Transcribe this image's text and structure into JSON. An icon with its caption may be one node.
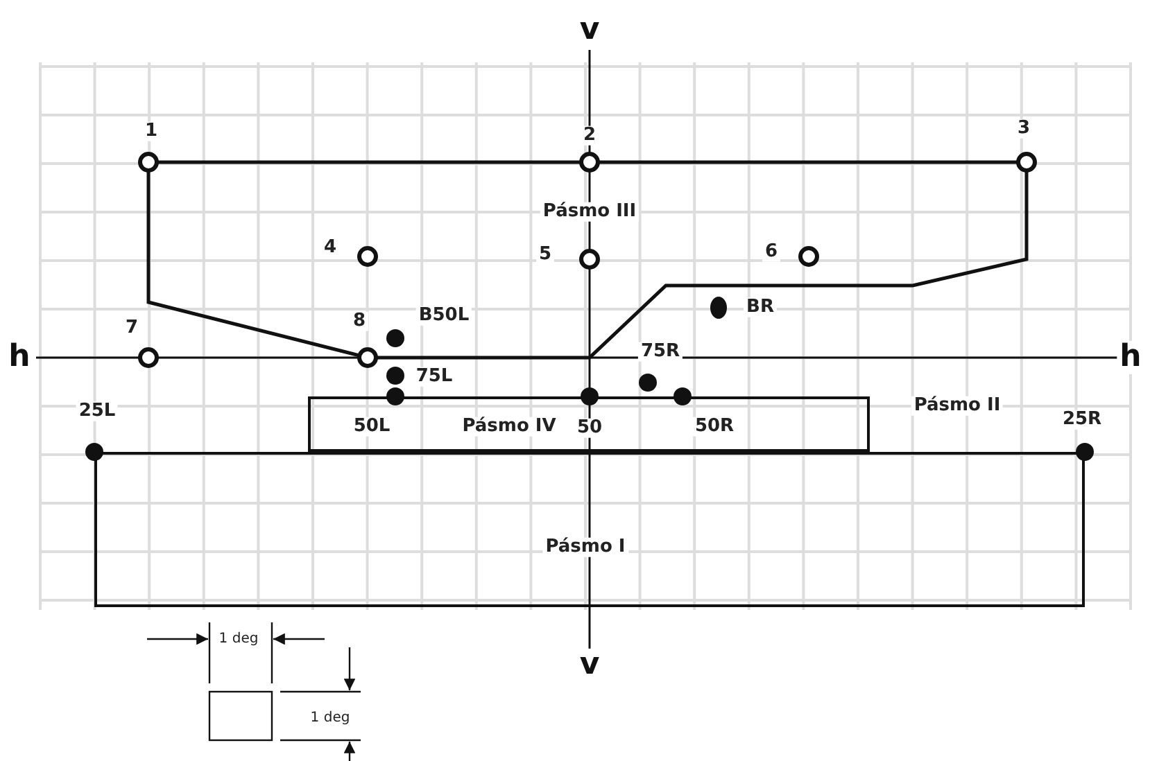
{
  "diagram": {
    "nodes": [
      {
        "text": [
          "Pásmo I"
        ]
      },
      {
        "text": [
          "Pásmo IV"
        ]
      }
    ],
    "labels": [
      "v",
      "1",
      "2",
      "3",
      "Pásmo III",
      "4",
      "5",
      "6",
      "B50L",
      "BR",
      "7",
      "8",
      "75R",
      "h",
      "h",
      "75L",
      "25L",
      "Pásmo II",
      "25R",
      "50L",
      "50",
      "50R",
      "v",
      "1 deg",
      "1 deg"
    ]
  }
}
